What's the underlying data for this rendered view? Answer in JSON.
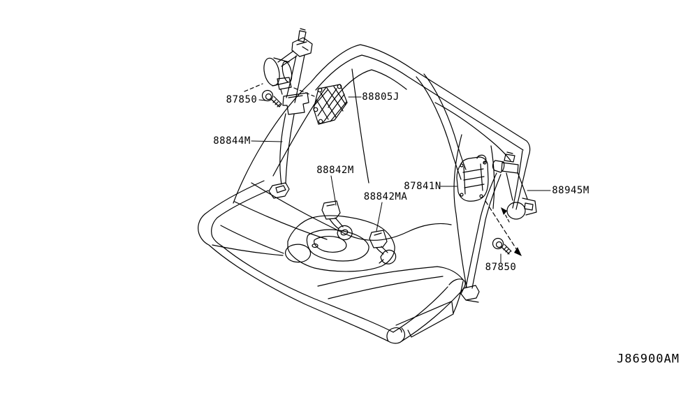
{
  "colors": {
    "ink": "#000000",
    "background": "#ffffff"
  },
  "diagram_code": "J86900AM",
  "parts": [
    {
      "id": "87850-upper",
      "label": "87850",
      "depicts": "mounting-bolt"
    },
    {
      "id": "88805J",
      "label": "88805J",
      "depicts": "net-pad"
    },
    {
      "id": "88844M",
      "label": "88844M",
      "depicts": "left-belt-retractor-assembly"
    },
    {
      "id": "88842M",
      "label": "88842M",
      "depicts": "center-buckle"
    },
    {
      "id": "88842MA",
      "label": "88842MA",
      "depicts": "outer-buckle"
    },
    {
      "id": "87841N",
      "label": "87841N",
      "depicts": "anchor-latch-plate"
    },
    {
      "id": "88945M",
      "label": "88945M",
      "depicts": "right-belt-retractor-assembly"
    },
    {
      "id": "87850-lower",
      "label": "87850",
      "depicts": "mounting-bolt"
    }
  ]
}
